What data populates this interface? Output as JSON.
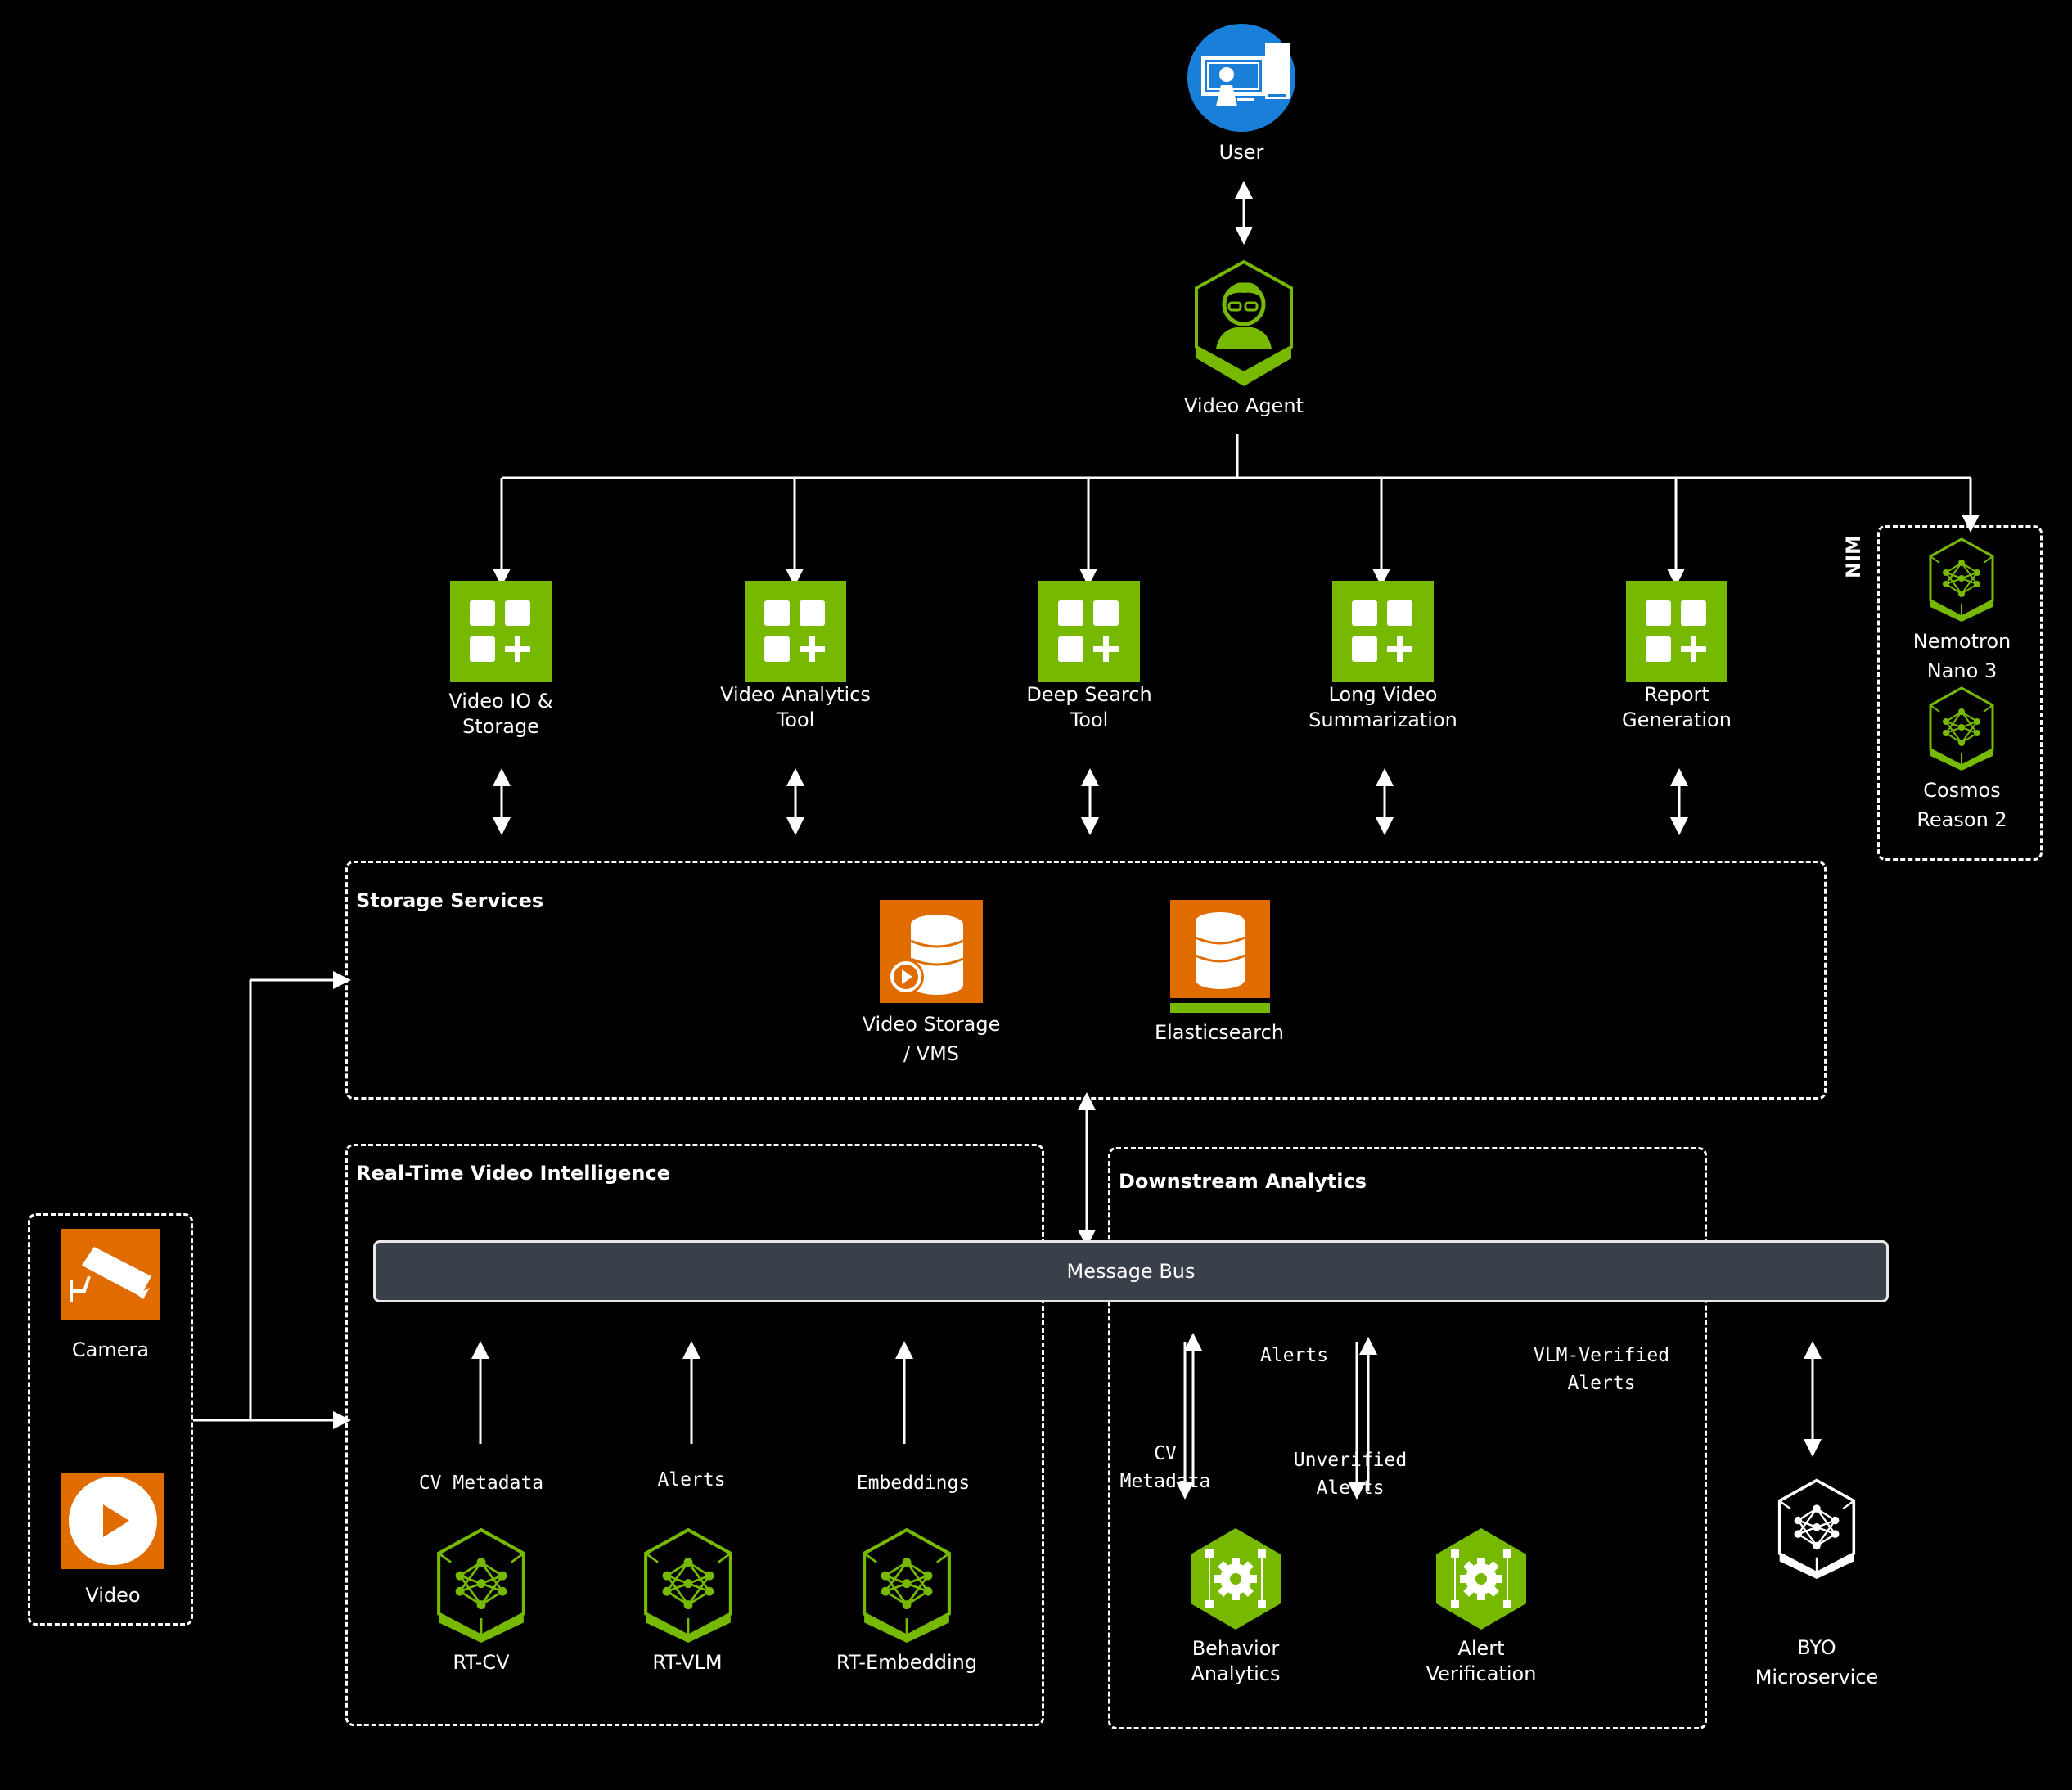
{
  "colors": {
    "nvidia_green": "#76b900",
    "orange": "#e06c00",
    "blue": "#1a7fd8",
    "bus": "#3a404a"
  },
  "top": {
    "user": {
      "label": "User",
      "icon": "user-workstation-icon"
    },
    "agent": {
      "label": "Video Agent",
      "icon": "agent-person-icon"
    }
  },
  "tools": [
    {
      "label": "Video IO &\nStorage",
      "icon": "app-grid-plus-icon"
    },
    {
      "label": "Video Analytics\nTool",
      "icon": "app-grid-plus-icon"
    },
    {
      "label": "Deep Search\nTool",
      "icon": "app-grid-plus-icon"
    },
    {
      "label": "Long Video\nSummarization",
      "icon": "app-grid-plus-icon"
    },
    {
      "label": "Report\nGeneration",
      "icon": "app-grid-plus-icon"
    }
  ],
  "nim": {
    "title": "NIM",
    "models": [
      {
        "label": "Nemotron\nNano 3",
        "icon": "nim-hexagon-icon"
      },
      {
        "label": "Cosmos\nReason 2",
        "icon": "nim-hexagon-icon"
      }
    ]
  },
  "storage": {
    "title": "Storage Services",
    "items": [
      {
        "label": "Video Storage\n/ VMS",
        "icon": "database-play-icon"
      },
      {
        "label": "Elasticsearch",
        "icon": "database-icon"
      }
    ]
  },
  "sources": [
    {
      "label": "Camera",
      "icon": "security-camera-icon"
    },
    {
      "label": "Video",
      "icon": "play-circle-icon"
    }
  ],
  "rtvi": {
    "title": "Real-Time Video Intelligence",
    "flows": [
      "CV Metadata",
      "Alerts",
      "Embeddings"
    ],
    "services": [
      {
        "label": "RT-CV",
        "icon": "nim-hexagon-icon"
      },
      {
        "label": "RT-VLM",
        "icon": "nim-hexagon-icon"
      },
      {
        "label": "RT-Embedding",
        "icon": "nim-hexagon-icon"
      }
    ]
  },
  "message_bus": {
    "label": "Message Bus"
  },
  "downstream": {
    "title": "Downstream Analytics",
    "flows": {
      "alerts": "Alerts",
      "cv_metadata": "CV\nMetadata",
      "vlm_verified": "VLM-Verified\nAlerts",
      "unverified": "Unverified\nAlerts"
    },
    "services": [
      {
        "label": "Behavior\nAnalytics",
        "icon": "gear-hexagon-icon"
      },
      {
        "label": "Alert\nVerification",
        "icon": "gear-hexagon-icon"
      }
    ]
  },
  "byo": {
    "label": "BYO\nMicroservice",
    "icon": "byo-hexagon-icon"
  }
}
